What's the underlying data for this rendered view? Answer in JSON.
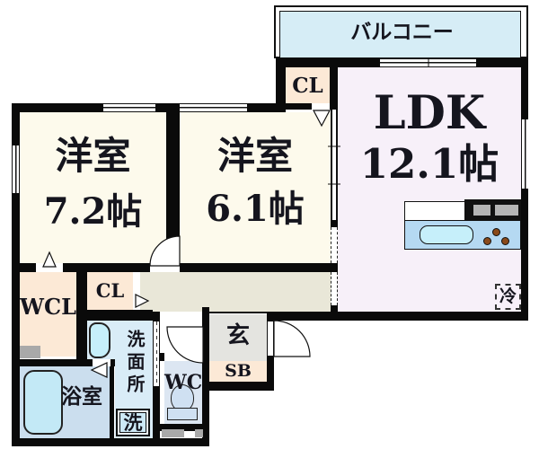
{
  "plan": {
    "balcony": {
      "label": "バルコニー"
    },
    "ldk": {
      "name": "LDK",
      "size": "12.1帖"
    },
    "bedroom_72": {
      "name": "洋室",
      "size": "7.2帖"
    },
    "bedroom_61": {
      "name": "洋室",
      "size": "6.1帖"
    },
    "closet_upper": {
      "label": "CL"
    },
    "closet_hall": {
      "label": "CL"
    },
    "walk_in_closet": {
      "label": "WCL"
    },
    "washroom": {
      "label": "洗面所"
    },
    "bathroom": {
      "label": "浴室"
    },
    "washer": {
      "label": "洗"
    },
    "toilet": {
      "label": "WC"
    },
    "entrance": {
      "label": "玄"
    },
    "shoe_box": {
      "label": "SB"
    },
    "refrigerator": {
      "label": "冷"
    }
  },
  "colors": {
    "wall": "#0a0a0a",
    "cream": "#fdfaec",
    "lavender": "#f7f0f9",
    "peach": "#fce9d6",
    "balcony_blue": "#d6edf6",
    "wash_blue": "#d9ecf7",
    "wc_blue": "#dce6f2",
    "bath_blue": "#cbdeee",
    "tub_blue": "#c3e9f6",
    "counter_blue": "#b5d9f2",
    "sink_cyan": "#c6effa",
    "hall_beige": "#e9e7d8",
    "entry_gray": "#e4e4e0",
    "burner_brown": "#8a4a1a",
    "meter_gray": "#a9a9a9"
  }
}
